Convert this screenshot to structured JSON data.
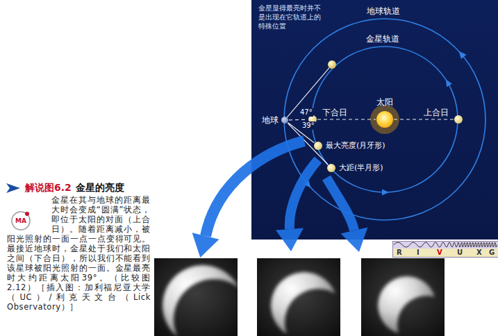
{
  "diagram": {
    "title": "解说图6.2",
    "caption": "金星在其与地球的距离最大时会变成“圆满”状态，即位于太阳的对面（上合日）。随着距离减小，被阳光照射的一面一点一点变得可见。最接近地球时，金星处于我们和太阳之间（下合日），所以我们不能看到该星球被阳光照射的一面。金星最亮时大约距离太阳39°。（比较图2.12）［插入图：加利福尼亚大学（UC）/利克天文台（Lick Observatory）］",
    "nodes": [
      {
        "text": [
          "地球"
        ]
      },
      {
        "text": [
          "下合日"
        ]
      },
      {
        "text": [
          "太阳"
        ]
      },
      {
        "text": [
          "上合日"
        ]
      },
      {
        "text": [
          "最大亮度(月牙形)"
        ]
      },
      {
        "text": [
          "大距(半月形)"
        ]
      }
    ],
    "edges": [
      {
        "from": 0,
        "to": 1,
        "arrow": "none"
      },
      {
        "from": 1,
        "to": 2,
        "arrow": "none"
      },
      {
        "from": 2,
        "to": 3,
        "arrow": "none"
      },
      {
        "from": 0,
        "to": 4,
        "arrow": "none"
      },
      {
        "from": 0,
        "to": 5,
        "arrow": "none"
      }
    ],
    "labels": [
      "金星的亮度",
      "MA",
      "金星显得最亮时并不是出现在它轨道上的特殊位置",
      "地球轨道",
      "金星轨道",
      "47°",
      "39°",
      "R",
      "I",
      "V",
      "U",
      "X",
      "G"
    ]
  }
}
